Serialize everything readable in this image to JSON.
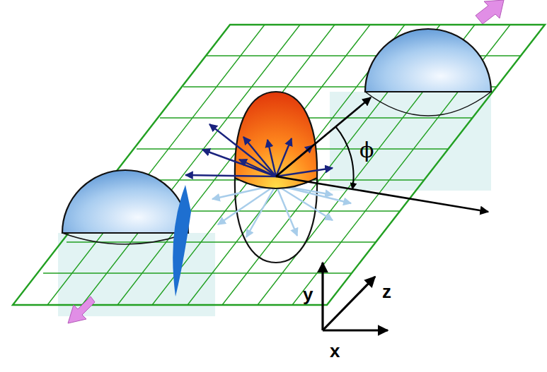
{
  "diagram": {
    "labels": [
      "ϕ",
      "y",
      "z",
      "x"
    ]
  }
}
